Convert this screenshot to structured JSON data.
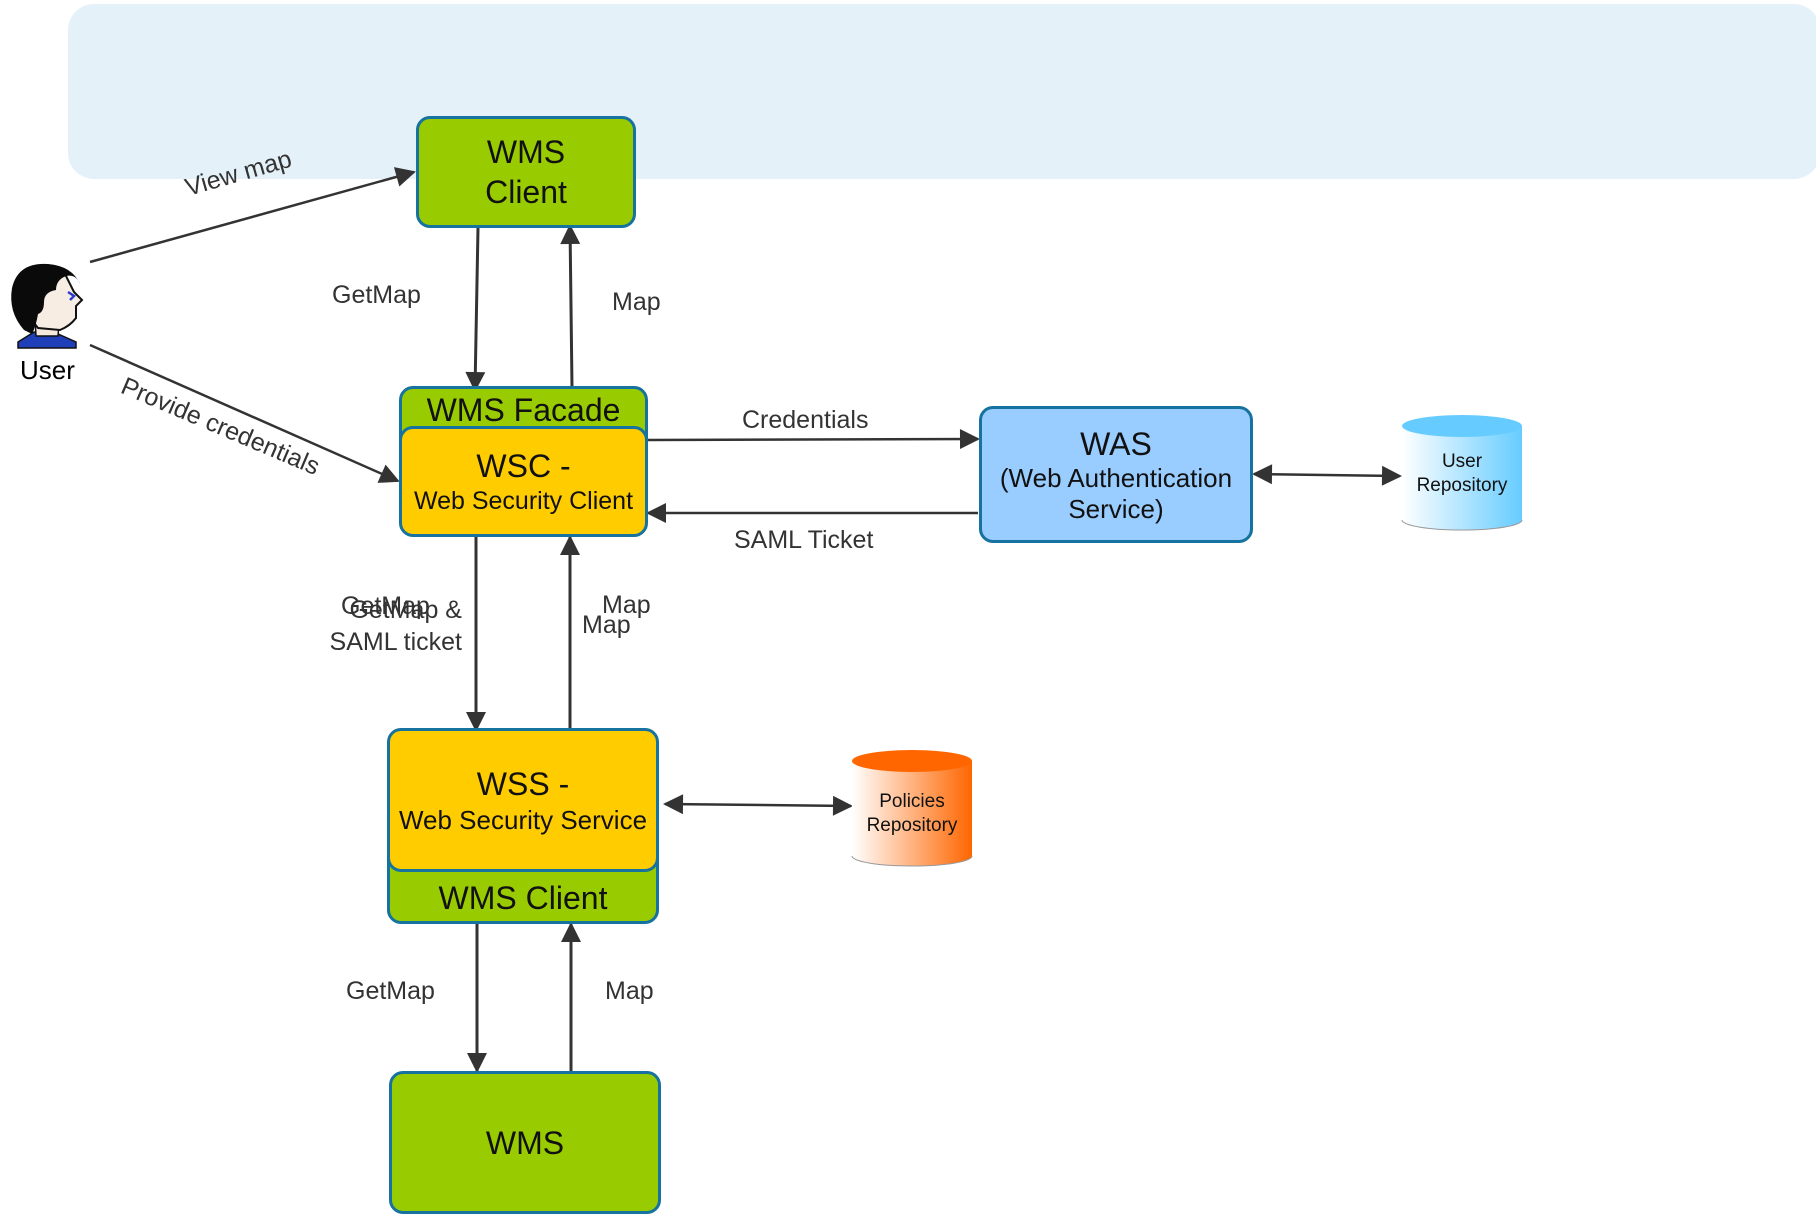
{
  "nodes": {
    "user": "User",
    "wms_client_top": [
      "WMS",
      "Client"
    ],
    "wms_facade": "WMS Facade",
    "wsc": [
      "WSC -",
      "Web Security Client"
    ],
    "was": [
      "WAS",
      "(Web Authentication",
      "Service)"
    ],
    "user_repository": [
      "User",
      "Repository"
    ],
    "wss": [
      "WSS -",
      "Web Security Service"
    ],
    "wms_client_bottom": "WMS Client",
    "policies_repository": [
      "Policies",
      "Repository"
    ],
    "wms": "WMS"
  },
  "edges": {
    "view_map": "View map",
    "provide_credentials": "Provide credentials",
    "getmap_1": "GetMap",
    "map_1": "Map",
    "credentials": "Credentials",
    "saml_ticket": "SAML Ticket",
    "getmap_overlap": "GetMap",
    "getmap_saml": [
      "GetMap &",
      "SAML ticket"
    ],
    "map_2a": "Map",
    "map_2b": "Map",
    "getmap_3": "GetMap",
    "map_3": "Map"
  },
  "colors": {
    "band": "#e4f1f9",
    "green": "#99cc00",
    "yellow": "#ffcc00",
    "blue": "#99ccff",
    "border": "#16729e",
    "user_repo": "#66ccff",
    "policies_repo": "#ff6600"
  }
}
